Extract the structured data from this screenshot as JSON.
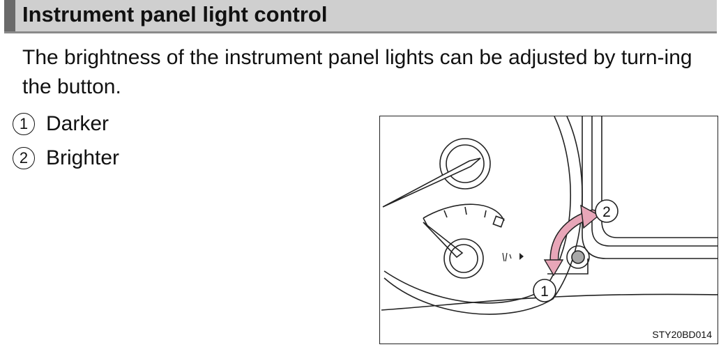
{
  "section": {
    "title": "Instrument panel light control"
  },
  "description": "The brightness of the instrument panel lights can be adjusted by turn-ing the button.",
  "legend": [
    {
      "number": "1",
      "label": "Darker"
    },
    {
      "number": "2",
      "label": "Brighter"
    }
  ],
  "figure": {
    "callouts": [
      "1",
      "2"
    ],
    "code": "STY20BD014",
    "arrow_color": "#e8a6b8"
  }
}
